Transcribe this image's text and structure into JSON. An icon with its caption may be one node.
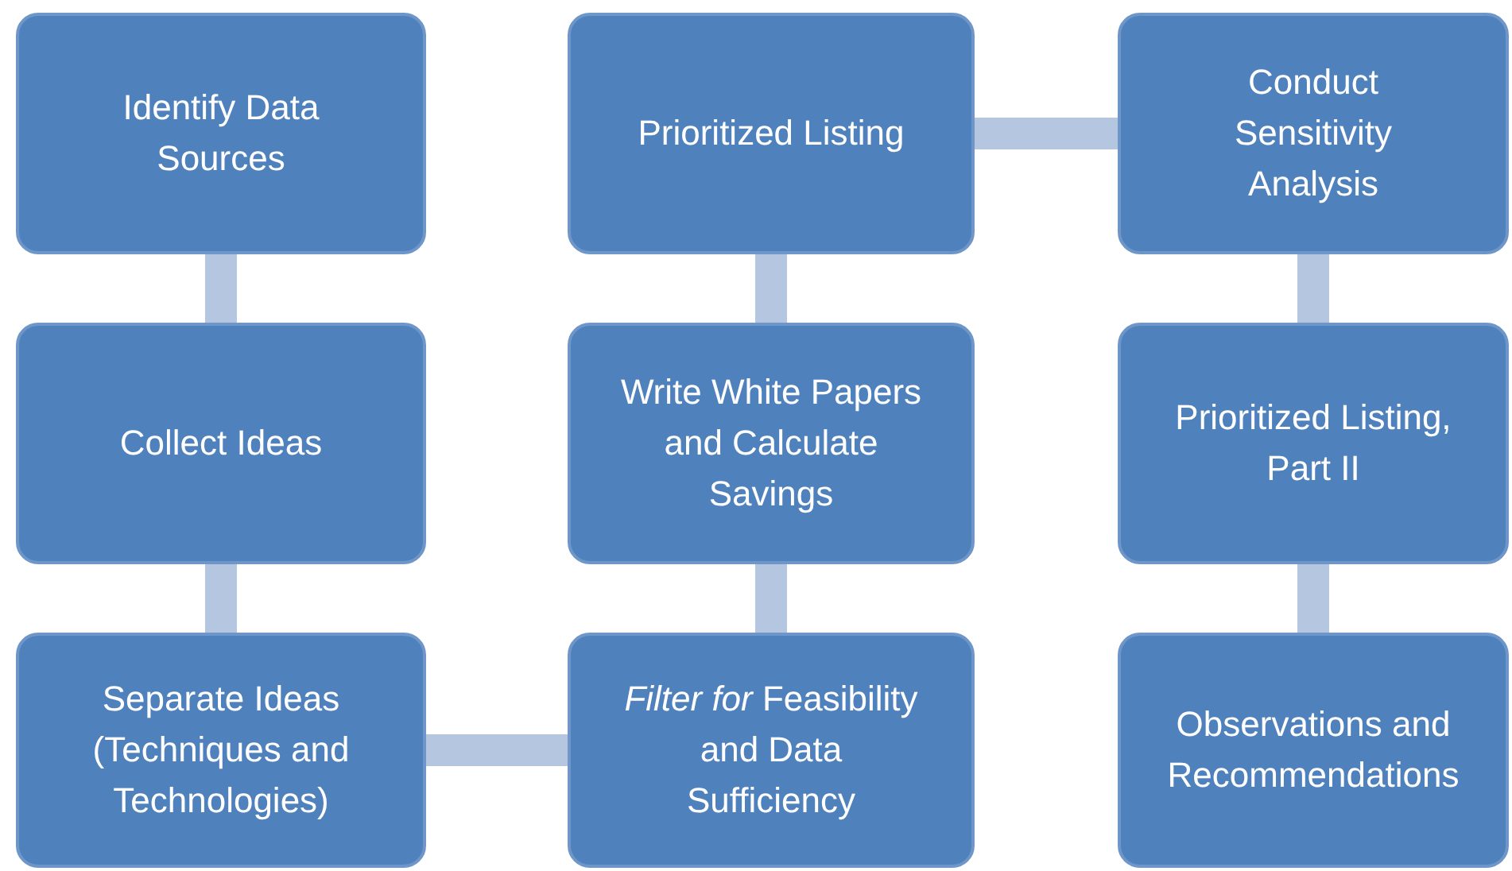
{
  "diagram": {
    "nodes": [
      {
        "text": [
          "Identify Data Sources"
        ]
      },
      {
        "text": [
          "Collect Ideas"
        ]
      },
      {
        "text": [
          "Separate Ideas (Techniques and Technologies)"
        ]
      },
      {
        "text": [
          "*Filter for* Feasibility and Data Sufficiency"
        ]
      },
      {
        "text": [
          "Write White Papers and Calculate Savings"
        ]
      },
      {
        "text": [
          "Prioritized Listing"
        ]
      },
      {
        "text": [
          "Conduct Sensitivity Analysis"
        ]
      },
      {
        "text": [
          "Prioritized Listing, Part II"
        ]
      },
      {
        "text": [
          "Observations and Recommendations"
        ]
      }
    ],
    "edges": [
      {
        "from": 0,
        "to": 1,
        "arrow": "none"
      },
      {
        "from": 1,
        "to": 2,
        "arrow": "none"
      },
      {
        "from": 2,
        "to": 3,
        "arrow": "none"
      },
      {
        "from": 3,
        "to": 4,
        "arrow": "none"
      },
      {
        "from": 4,
        "to": 5,
        "arrow": "none"
      },
      {
        "from": 5,
        "to": 6,
        "arrow": "none"
      },
      {
        "from": 6,
        "to": 7,
        "arrow": "none"
      },
      {
        "from": 7,
        "to": 8,
        "arrow": "none"
      }
    ]
  }
}
